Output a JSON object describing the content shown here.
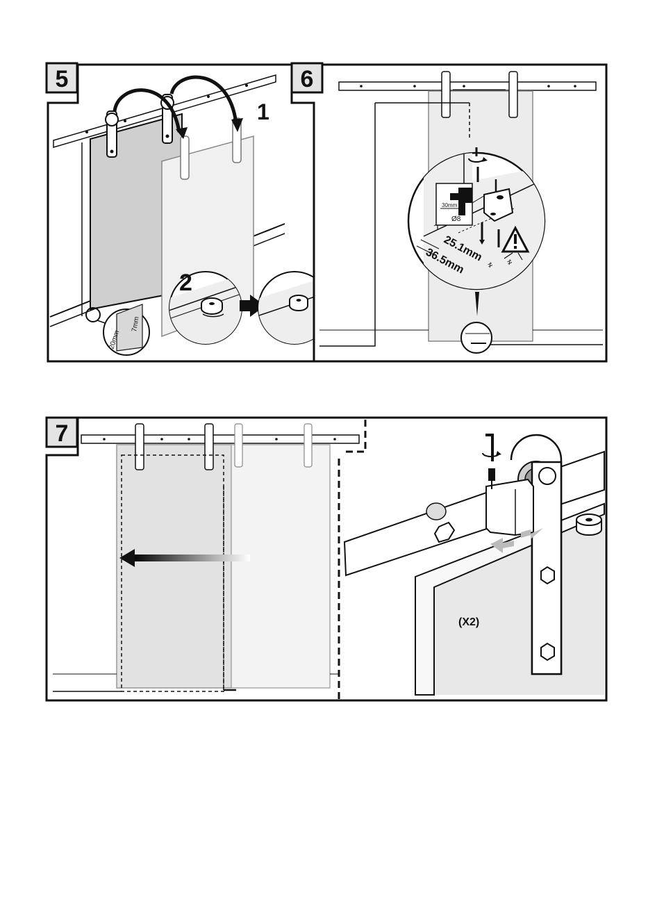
{
  "panels": [
    {
      "number": "5",
      "callouts": {
        "step_a": "1",
        "step_b": "2"
      },
      "dims": {
        "vertical": "7mm",
        "horizontal": "20mm"
      }
    },
    {
      "number": "6",
      "dims": {
        "drill_depth": "30mm",
        "drill_diameter": "Ø8",
        "distance_a": "25.1mm",
        "distance_b": "36.5mm"
      }
    },
    {
      "number": "7",
      "quantity": "(X2)"
    }
  ],
  "colors": {
    "door_dark": "#cfcfcf",
    "door_light": "#eeeeee",
    "line": "#111111",
    "wall": "#f4f4f4"
  }
}
